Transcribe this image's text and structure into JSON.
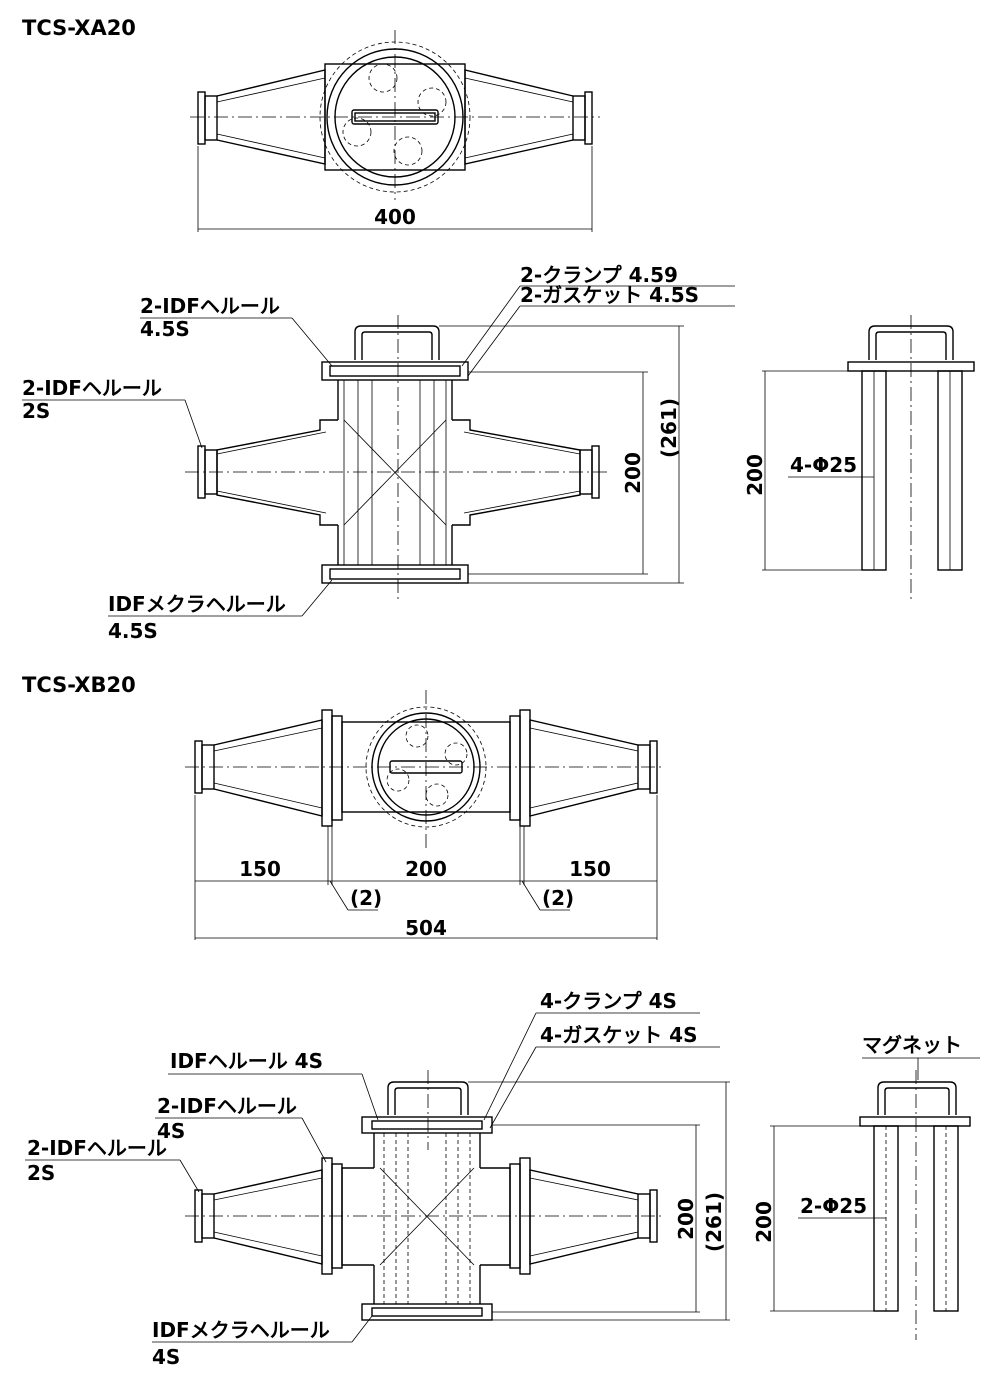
{
  "sections": [
    {
      "model": "TCS-XA20",
      "top_view": {
        "overall": "400"
      },
      "front_view": {
        "label_clamp": "2-クランプ 4.59",
        "label_gasket": "2-ガスケット 4.5S",
        "label_ferrule_top": "2-IDFヘルール",
        "label_ferrule_top_size": "4.5S",
        "label_ferrule_side": "2-IDFヘルール",
        "label_ferrule_side_size": "2S",
        "label_blank": "IDFメクラヘルール",
        "label_blank_size": "4.5S",
        "dim_inner": "200",
        "dim_outer": "(261)"
      },
      "side_view": {
        "dim_height": "200",
        "label_bars": "4-Φ25"
      }
    },
    {
      "model": "TCS-XB20",
      "top_view": {
        "dim_left": "150",
        "dim_center": "200",
        "dim_right": "150",
        "gap_left": "(2)",
        "gap_right": "(2)",
        "overall": "504"
      },
      "front_view": {
        "label_clamp": "4-クランプ 4S",
        "label_gasket": "4-ガスケット 4S",
        "label_ferrule_top": "IDFヘルール 4S",
        "label_ferrule_mid": "2-IDFヘルール",
        "label_ferrule_mid_size": "4S",
        "label_ferrule_side": "2-IDFヘルール",
        "label_ferrule_side_size": "2S",
        "label_blank": "IDFメクラヘルール",
        "label_blank_size": "4S",
        "dim_inner": "200",
        "dim_outer": "(261)"
      },
      "side_view": {
        "label_magnet": "マグネット",
        "dim_height": "200",
        "label_bars": "2-Φ25"
      }
    }
  ]
}
